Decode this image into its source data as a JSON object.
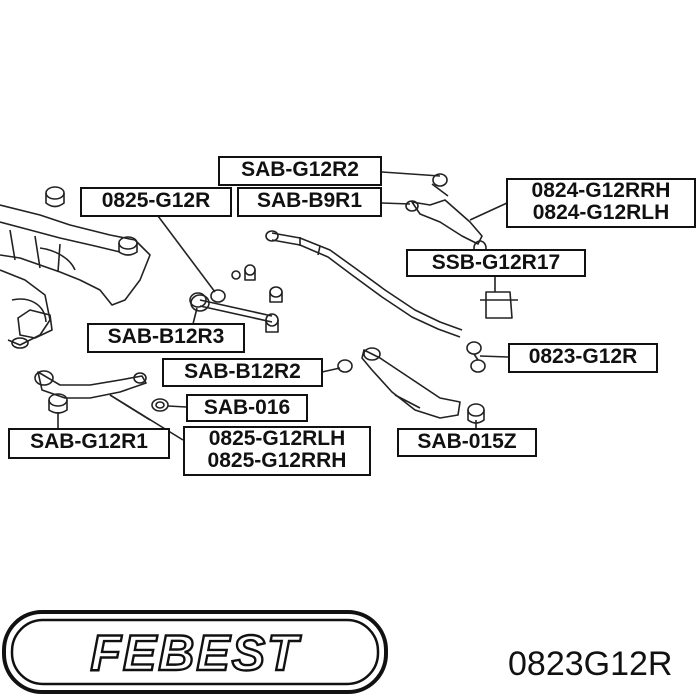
{
  "labels": {
    "sab_g12r2": "SAB-G12R2",
    "p0825_g12r": "0825-G12R",
    "sab_b9r1": "SAB-B9R1",
    "p0824_rrh": "0824-G12RRH",
    "p0824_rlh": "0824-G12RLH",
    "ssb_g12r17": "SSB-G12R17",
    "sab_b12r3": "SAB-B12R3",
    "sab_b12r2": "SAB-B12R2",
    "p0823_g12r": "0823-G12R",
    "sab_016": "SAB-016",
    "sab_g12r1": "SAB-G12R1",
    "p0825_rlh": "0825-G12RLH",
    "p0825_rrh": "0825-G12RRH",
    "sab_015z": "SAB-015Z"
  },
  "brand": {
    "logo_text": "FEBEST"
  },
  "part_number": "0823G12R"
}
